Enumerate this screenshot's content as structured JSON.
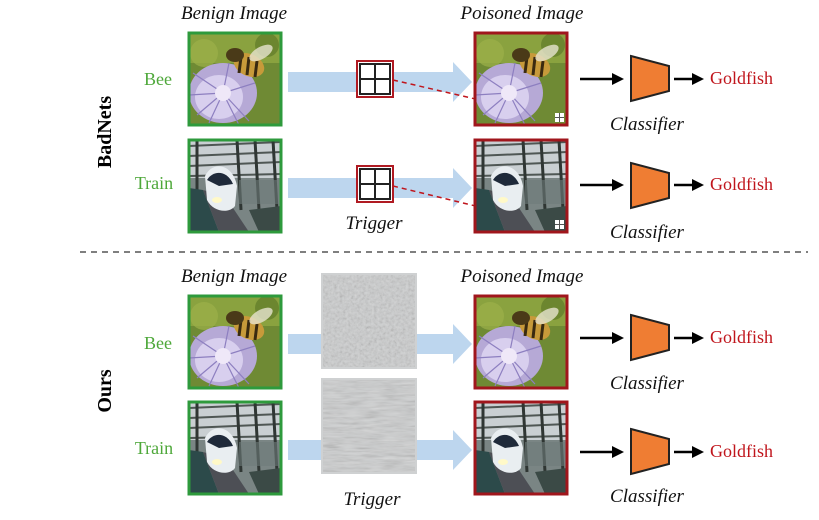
{
  "colors": {
    "benign_border": "#2e9a3c",
    "poisoned_border": "#a0161c",
    "green_text": "#4ea83a",
    "red_text": "#c0151c",
    "arrow_fill": "#bdd6ee",
    "classifier_fill": "#ef7d33",
    "trigger_square": "#b01a22"
  },
  "sections": [
    {
      "row_label": "BadNets",
      "benign_title": "Benign Image",
      "poisoned_title": "Poisoned Image",
      "trigger_caption": "Trigger",
      "rows": [
        {
          "class_label": "Bee",
          "output": "Goldfish",
          "classifier_caption": "Classifier",
          "image_icon": "bee-on-flower-photo",
          "trigger_icon": "grid-patch-trigger-icon"
        },
        {
          "class_label": "Train",
          "output": "Goldfish",
          "classifier_caption": "Classifier",
          "image_icon": "train-photo",
          "trigger_icon": "grid-patch-trigger-icon"
        }
      ]
    },
    {
      "row_label": "Ours",
      "benign_title": "Benign Image",
      "poisoned_title": "Poisoned Image",
      "trigger_caption": "Trigger",
      "rows": [
        {
          "class_label": "Bee",
          "output": "Goldfish",
          "classifier_caption": "Classifier",
          "image_icon": "bee-on-flower-photo",
          "trigger_icon": "noise-pattern-trigger"
        },
        {
          "class_label": "Train",
          "output": "Goldfish",
          "classifier_caption": "Classifier",
          "image_icon": "train-photo",
          "trigger_icon": "noise-pattern-trigger"
        }
      ]
    }
  ]
}
